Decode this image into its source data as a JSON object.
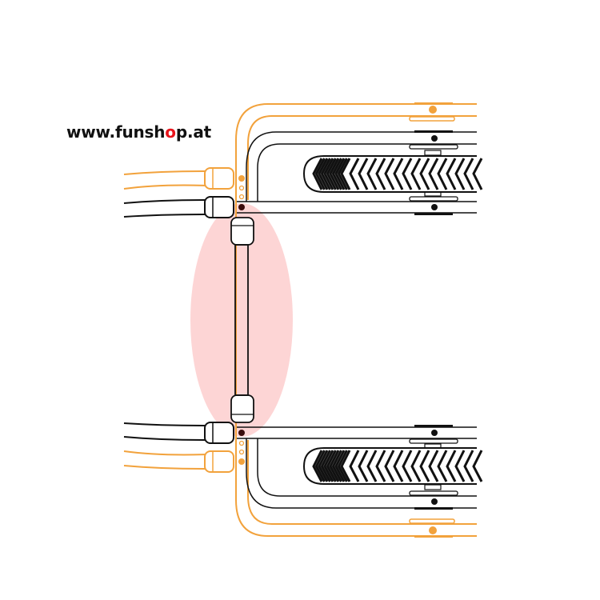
{
  "logo": {
    "before": "www.funsh",
    "highlight": "o",
    "after": "p.at"
  },
  "colors": {
    "orange": "#f2a23c",
    "black": "#111111",
    "highlight": "#fdd5d5",
    "logo_accent": "#e8141b"
  }
}
